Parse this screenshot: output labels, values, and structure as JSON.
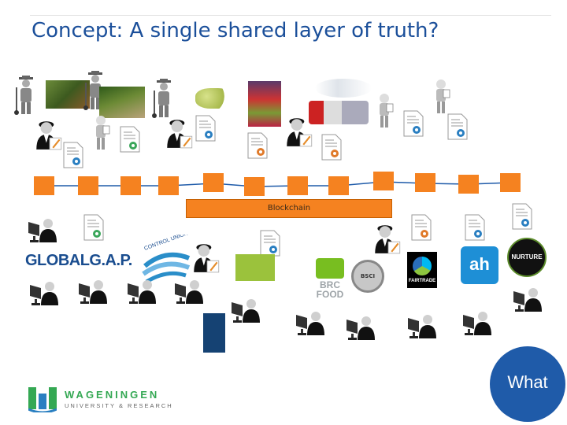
{
  "slide": {
    "title": "Concept: A single shared layer of truth?",
    "blockchain_label": "Blockchain",
    "what_label": "What"
  },
  "logos": {
    "globalgap": "GLOBALG.A.P.",
    "control_union": "CONTROL UNION",
    "brc": "BRC FOOD",
    "bsci": "BSCI",
    "fairtrade": "FAIRTRADE",
    "ah": "ah",
    "nurture": "NURTURE",
    "wur_line1": "WAGENINGEN",
    "wur_line2": "UNIVERSITY & RESEARCH"
  },
  "icons": {
    "farmer": "farmer-icon",
    "officer": "officer-icon",
    "certificate": "certificate-icon",
    "computer_user": "computer-user-icon",
    "chain_node": "block-node"
  },
  "colors": {
    "title": "#1b4f9a",
    "chain": "#f58220",
    "chain_line": "#1f5ba9",
    "what_circle": "#1f5ba9",
    "wur_green": "#34a853"
  }
}
